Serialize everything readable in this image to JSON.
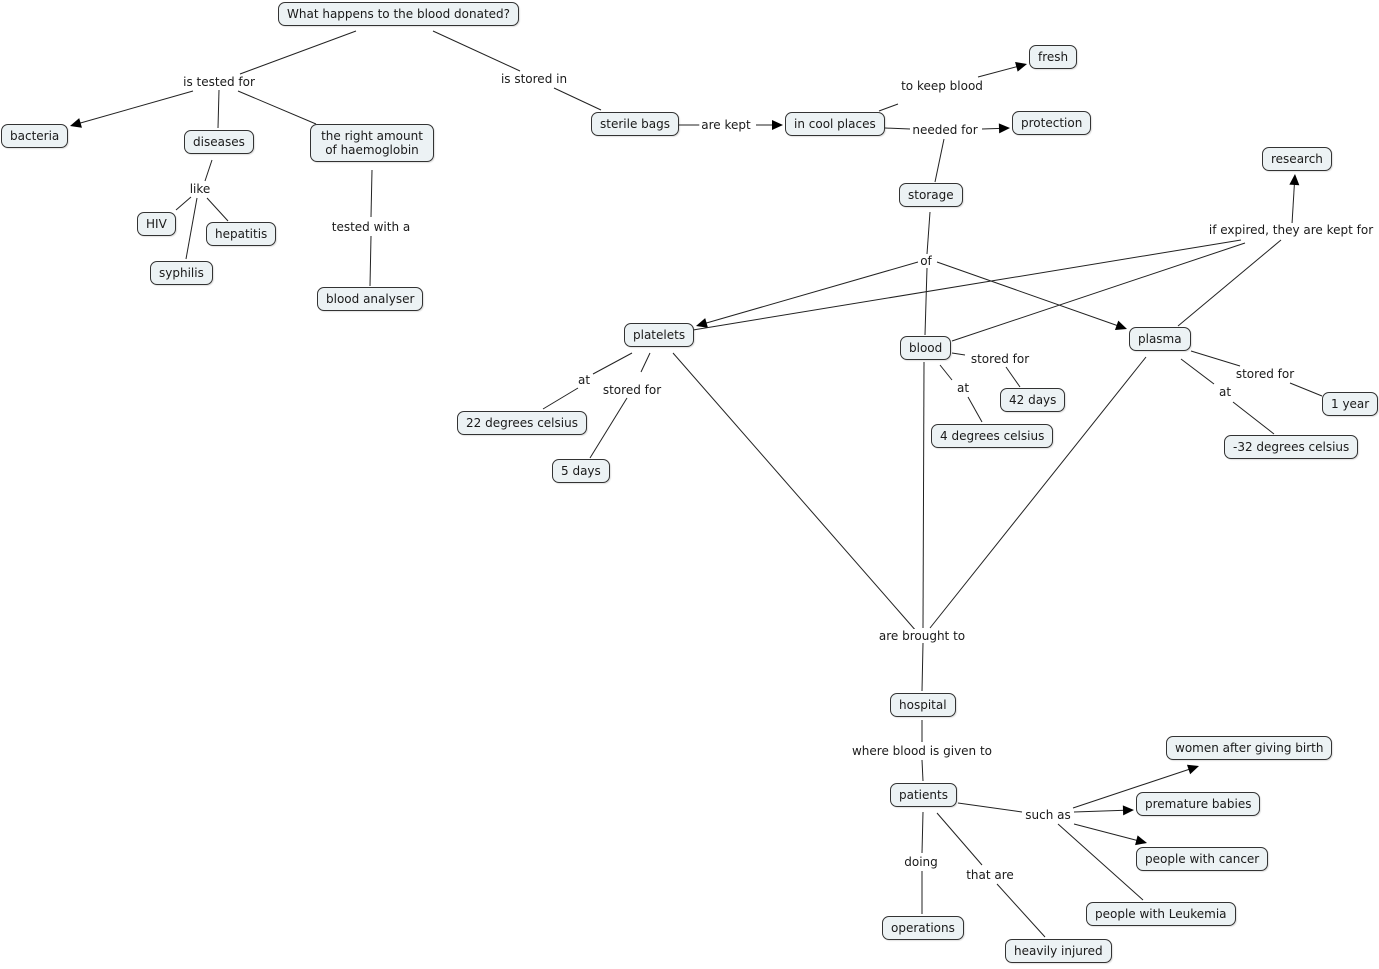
{
  "map_title": "What happens to the blood donated?",
  "concepts": {
    "root": "What happens to the blood donated?",
    "bacteria": "bacteria",
    "diseases": "diseases",
    "haemoglobin_line1": "the right amount",
    "haemoglobin_line2": "of haemoglobin",
    "hiv": "HIV",
    "hepatitis": "hepatitis",
    "syphilis": "syphilis",
    "blood_analyser": "blood analyser",
    "sterile_bags": "sterile bags",
    "cool_places": "in cool places",
    "fresh": "fresh",
    "protection": "protection",
    "storage": "storage",
    "research": "research",
    "platelets": "platelets",
    "blood": "blood",
    "plasma": "plasma",
    "deg22": "22 degrees celsius",
    "days5": "5 days",
    "days42": "42 days",
    "deg4": "4 degrees celsius",
    "year1": "1 year",
    "deg_minus32": "-32 degrees celsius",
    "hospital": "hospital",
    "patients": "patients",
    "women_birth": "women after giving birth",
    "premature_babies": "premature babies",
    "cancer": "people with cancer",
    "leukemia": "people with Leukemia",
    "operations": "operations",
    "heavily_injured": "heavily injured"
  },
  "linking_phrases": {
    "is_tested_for": "is tested for",
    "like": "like",
    "tested_with_a": "tested with a",
    "is_stored_in": "is stored in",
    "are_kept": "are kept",
    "to_keep_blood": "to keep blood",
    "needed_for": "needed for",
    "of": "of",
    "if_expired": "if expired, they are kept for",
    "platelets_at": "at",
    "platelets_stored_for": "stored for",
    "blood_stored_for": "stored for",
    "blood_at": "at",
    "plasma_stored_for": "stored for",
    "plasma_at": "at",
    "are_brought_to": "are brought to",
    "where_blood_given": "where blood is given to",
    "such_as": "such as",
    "doing": "doing",
    "that_are": "that are"
  },
  "colors": {
    "node_fill": "#ecf2f4",
    "node_border": "#333333",
    "line": "#222222"
  }
}
